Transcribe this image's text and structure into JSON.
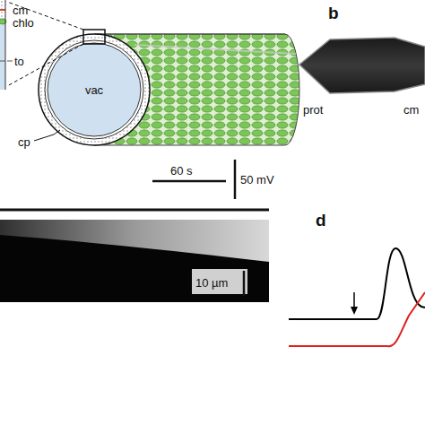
{
  "diagram": {
    "labels": [
      "cm",
      "chlo",
      "to",
      "vac",
      "cp",
      "b",
      "prot",
      "cm",
      "50 mV",
      "60 s",
      "10 µm",
      "d"
    ]
  }
}
